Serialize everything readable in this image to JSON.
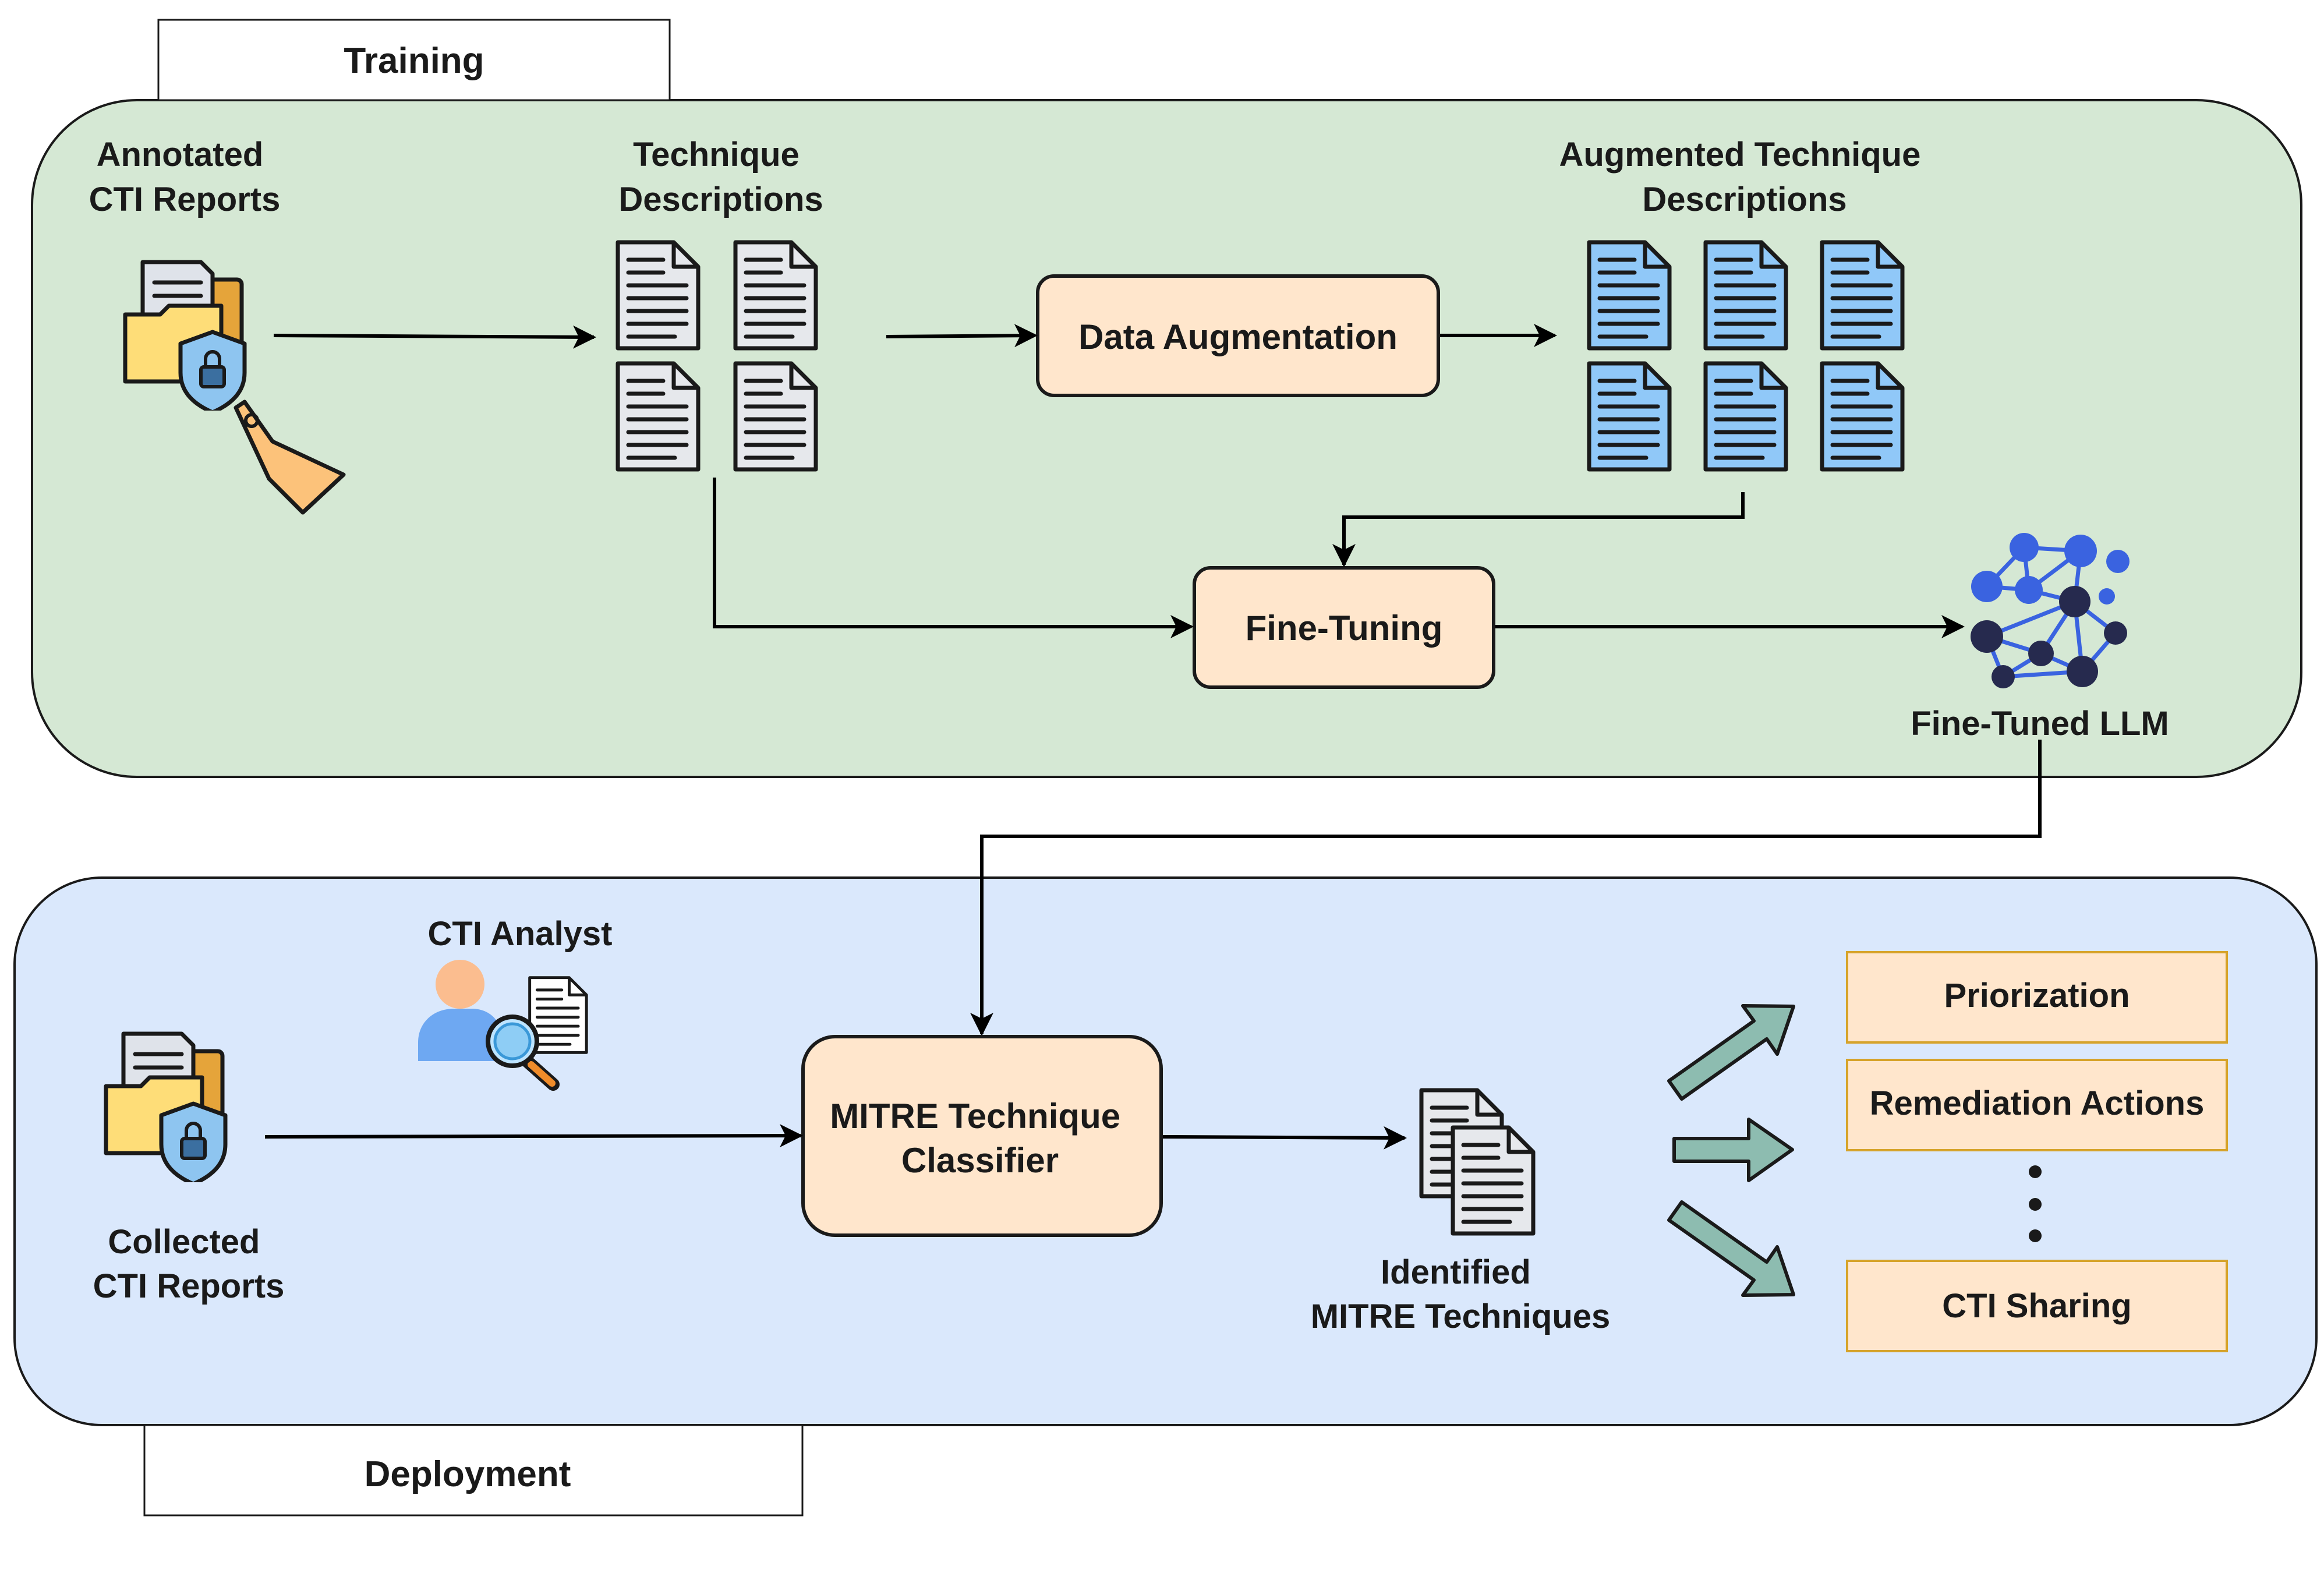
{
  "sections": {
    "training": "Training",
    "deployment": "Deployment"
  },
  "training": {
    "annotated_reports": [
      "Annotated",
      "CTI Reports"
    ],
    "technique_descriptions": [
      "Technique",
      "Descriptions"
    ],
    "augmented_descriptions": [
      "Augmented Technique",
      "Descriptions"
    ],
    "data_augmentation": "Data Augmentation",
    "fine_tuning": "Fine-Tuning",
    "fine_tuned_llm": "Fine-Tuned LLM"
  },
  "deployment": {
    "cti_analyst": "CTI Analyst",
    "collected_reports": [
      "Collected",
      "CTI Reports"
    ],
    "classifier": [
      "MITRE Technique",
      "Classifier"
    ],
    "identified": [
      "Identified",
      "MITRE Techniques"
    ],
    "outputs": [
      "Priorization",
      "Remediation Actions",
      "CTI Sharing"
    ]
  },
  "colors": {
    "training_bg": "#d5e8d4",
    "deployment_bg": "#dae8fc",
    "process_box": "#ffe6cc",
    "output_box": "#ffe6cc",
    "output_border": "#d6a32a",
    "doc_gray": "#e6e8ec",
    "doc_blue": "#90c8f8",
    "fat_arrow": "#8dbcb0",
    "folder": "#fedd78",
    "folder_back": "#e5a43a",
    "shield": "#8ec5f0",
    "tag": "#fcc27a",
    "node_blue": "#3a63e0",
    "node_dark": "#262a4e",
    "person": "#fbbd8f",
    "person_body": "#6ea8f2"
  }
}
